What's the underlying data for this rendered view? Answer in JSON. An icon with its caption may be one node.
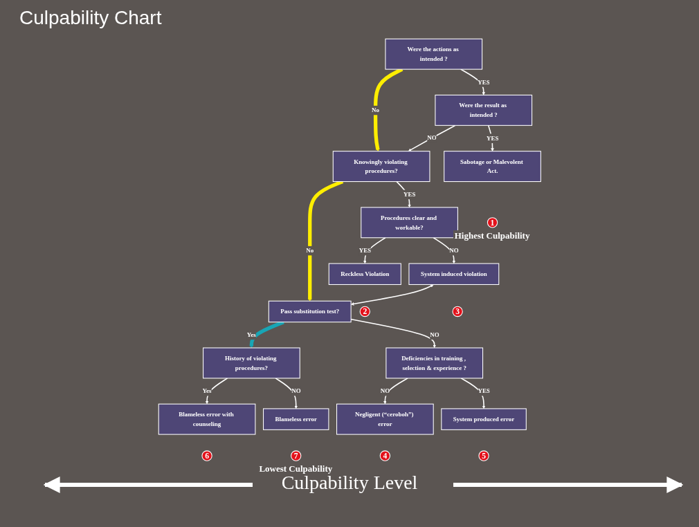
{
  "diagram": {
    "title": "Culpability Chart",
    "nodes": [
      {
        "text": [
          "Were the actions as intended ?"
        ]
      },
      {
        "text": [
          "Knowingly violating procedures?"
        ]
      },
      {
        "text": [
          "Pass substitution test?"
        ]
      },
      {
        "text": [
          "History of violating procedures?"
        ]
      },
      {
        "text": [
          "Were the result as intended ?"
        ]
      },
      {
        "text": [
          "Procedures clear and workable?"
        ]
      },
      {
        "text": [
          "Deficiencies in training , selection & experience ?"
        ]
      },
      {
        "text": [
          "Sabotage or Malevolent Act."
        ]
      },
      {
        "text": [
          "Reckless Violation"
        ]
      },
      {
        "text": [
          "System induced violation"
        ]
      },
      {
        "text": [
          "Negligent (“ceroboh”) error"
        ]
      },
      {
        "text": [
          "System produced error"
        ]
      },
      {
        "text": [
          "Blameless error with counseling"
        ]
      },
      {
        "text": [
          "Blameless error"
        ]
      },
      {
        "text": [
          "1"
        ],
        "beside": [
          "Highest Culpability"
        ]
      },
      {
        "text": [
          "2"
        ]
      },
      {
        "text": [
          "3"
        ]
      },
      {
        "text": [
          "4"
        ]
      },
      {
        "text": [
          "5"
        ]
      },
      {
        "text": [
          "6"
        ]
      },
      {
        "text": [
          "7"
        ],
        "beside": [
          "Lowest Culpability"
        ]
      }
    ],
    "edges": [
      {
        "from": 0,
        "to": 1,
        "arrow": "to",
        "label": "No",
        "style": "thick",
        "color": "#ffee00"
      },
      {
        "from": 1,
        "to": 2,
        "arrow": "to",
        "label": "No",
        "style": "thick",
        "color": "#ffee00"
      },
      {
        "from": 2,
        "to": 3,
        "arrow": "to",
        "label": "Yes",
        "style": "thick",
        "color": "#18a5b5"
      },
      {
        "from": 0,
        "to": 4,
        "arrow": "to",
        "label": "YES"
      },
      {
        "from": 4,
        "to": 1,
        "arrow": "to",
        "label": "NO"
      },
      {
        "from": 4,
        "to": 7,
        "arrow": "to",
        "label": "YES"
      },
      {
        "from": 1,
        "to": 5,
        "arrow": "to",
        "label": "YES"
      },
      {
        "from": 5,
        "to": 8,
        "arrow": "to",
        "label": "YES"
      },
      {
        "from": 5,
        "to": 9,
        "arrow": "to",
        "label": "NO"
      },
      {
        "from": 9,
        "to": 2,
        "arrow": "both"
      },
      {
        "from": 2,
        "to": 6,
        "arrow": "to",
        "label": "NO"
      },
      {
        "from": 6,
        "to": 10,
        "arrow": "to",
        "label": "NO"
      },
      {
        "from": 6,
        "to": 11,
        "arrow": "to",
        "label": "YES"
      },
      {
        "from": 3,
        "to": 12,
        "arrow": "to",
        "label": "Yes"
      },
      {
        "from": 3,
        "to": 13,
        "arrow": "to",
        "label": "NO"
      }
    ],
    "labels": [
      "Culpability Level"
    ]
  }
}
